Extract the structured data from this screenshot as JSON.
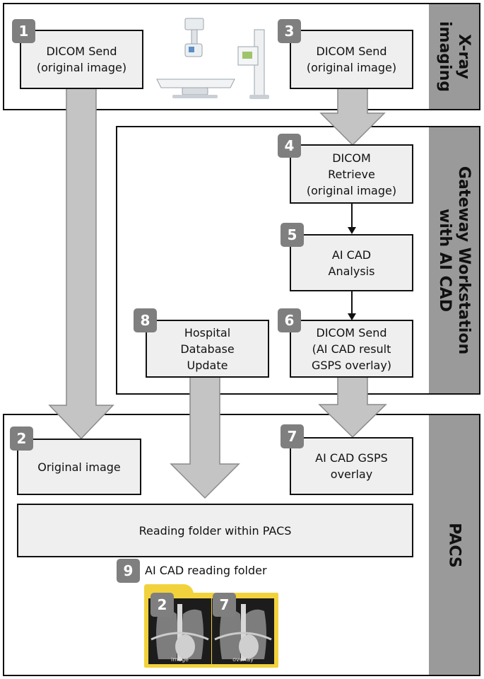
{
  "sections": {
    "xray": {
      "title_lines": [
        "X-ray",
        "imaging"
      ]
    },
    "gateway": {
      "title_lines": [
        "Gateway Workstation",
        "with AI CAD"
      ]
    },
    "pacs": {
      "title_lines": [
        "PACS"
      ]
    }
  },
  "steps": {
    "s1": {
      "badge": "1",
      "lines": [
        "DICOM Send",
        "(original image)"
      ]
    },
    "s2": {
      "badge": "2",
      "lines": [
        "Original image"
      ]
    },
    "s3": {
      "badge": "3",
      "lines": [
        "DICOM Send",
        "(original image)"
      ]
    },
    "s4": {
      "badge": "4",
      "lines": [
        "DICOM",
        "Retrieve",
        "(original image)"
      ]
    },
    "s5": {
      "badge": "5",
      "lines": [
        "AI CAD",
        "Analysis"
      ]
    },
    "s6": {
      "badge": "6",
      "lines": [
        "DICOM Send",
        "(AI CAD result",
        "GSPS overlay)"
      ]
    },
    "s7": {
      "badge": "7",
      "lines": [
        "AI CAD GSPS",
        "overlay"
      ]
    },
    "s8": {
      "badge": "8",
      "lines": [
        "Hospital",
        "Database",
        "Update"
      ]
    }
  },
  "reading_folder": {
    "label": "Reading folder within PACS"
  },
  "ai_folder": {
    "badge": "9",
    "label": "AI CAD reading folder",
    "thumbs": [
      {
        "badge": "2",
        "caption": "image"
      },
      {
        "badge": "7",
        "caption": "overlay"
      }
    ]
  },
  "colors": {
    "badge_bg": "#7f7f7f",
    "box_bg": "#efefef",
    "side_bg": "#9a9a9a",
    "arrow_fill": "#c4c4c4",
    "folder_yellow": "#f2d23c"
  }
}
